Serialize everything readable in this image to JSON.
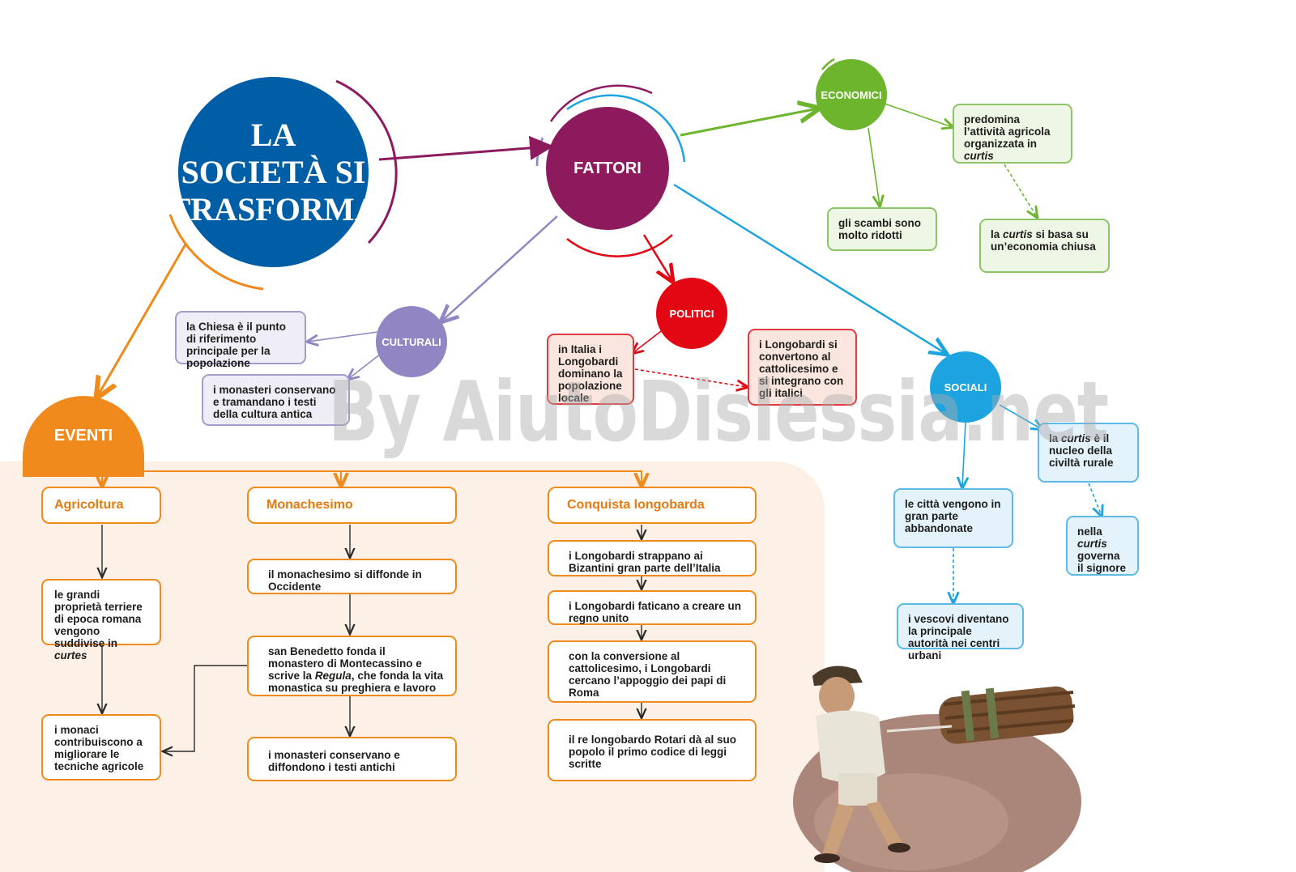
{
  "title": {
    "line1": "LA",
    "line2": "SOCIETÀ SI",
    "line3": "TRASFORMA"
  },
  "hubs": {
    "fattori": "FATTORI",
    "economici": "ECONOMICI",
    "politici": "POLITICI",
    "culturali": "CULTURALI",
    "sociali": "SOCIALI",
    "eventi": "EVENTI"
  },
  "economici": {
    "box1": {
      "pre": "predomina l’attività agricola organizzata in ",
      "em": "curtis",
      "post": ""
    },
    "box2": "gli scambi sono molto ridotti",
    "box3": {
      "pre": "la ",
      "em": "curtis",
      "post": " si basa su un’economia chiusa"
    }
  },
  "politici": {
    "box1": "in Italia i Longobardi dominano la popolazione locale",
    "box2": "i Longobardi si convertono al cattolicesimo e si integrano con gli italici"
  },
  "culturali": {
    "box1": "la Chiesa è il punto di riferimento principale per la popolazione",
    "box2": "i monasteri conservano e tramandano i testi della cultura antica"
  },
  "sociali": {
    "box1": {
      "pre": "la ",
      "em": "curtis",
      "post": " è il nucleo della civiltà rurale"
    },
    "box2": "le città vengono in gran parte abbandonate",
    "box3": {
      "pre": "nella ",
      "em": "curtis",
      "post": " governa il signore"
    },
    "box4": "i vescovi diventano la principale autorità nei centri urbani"
  },
  "eventi": {
    "agricoltura": {
      "header": "Agricoltura",
      "box1": {
        "pre": "le grandi proprietà terriere di epoca romana vengono suddivise in ",
        "em": "curtes",
        "post": ""
      },
      "box2": "i monaci contribuiscono a migliorare le tecniche agricole"
    },
    "monachesimo": {
      "header": "Monachesimo",
      "box1": "il monachesimo si diffonde in Occidente",
      "box2": {
        "pre": "san Benedetto fonda il monastero di Montecassino e scrive la ",
        "em": "Regula",
        "post": ", che fonda la vita monastica su preghiera e lavoro"
      },
      "box3": "i monasteri conservano e diffondono i testi antichi"
    },
    "conquista": {
      "header": "Conquista longobarda",
      "box1": "i Longobardi strappano ai Bizantini gran parte dell’Italia",
      "box2": "i Longobardi faticano a creare un regno unito",
      "box3": "con la conversione al cattolicesimo, i Longobardi cercano l’appoggio dei papi di Roma",
      "box4": "il re longobardo Rotari dà al suo popolo il primo codice di leggi scritte"
    }
  },
  "watermark": "By AiutoDislessia.net",
  "colors": {
    "title_blue": "#005ea6",
    "fattori": "#8e1a5e",
    "economici": "#6cb52d",
    "politici": "#e30613",
    "culturali": "#9186c3",
    "sociali": "#1ca3e0",
    "eventi": "#f08a1c",
    "panel": "#fdf1e7"
  }
}
